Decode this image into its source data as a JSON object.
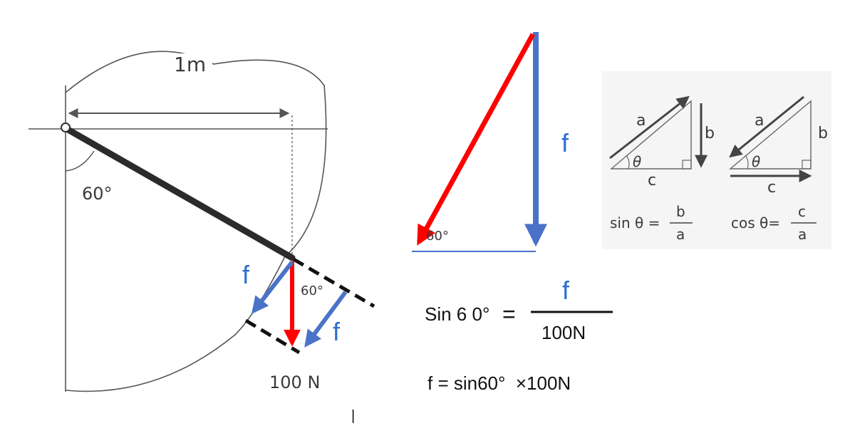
{
  "pendulum": {
    "length_label": "1m",
    "angle_label": "60°",
    "weight_label": "100 N",
    "force_label_left": "f",
    "force_label_right": "f",
    "decomp_angle_label": "60°"
  },
  "force_triangle": {
    "force_label": "f",
    "angle_label": "60°"
  },
  "trig_reference": {
    "sin_triangle": {
      "hyp": "a",
      "opp": "b",
      "adj": "c",
      "angle": "θ"
    },
    "cos_triangle": {
      "hyp": "a",
      "opp": "b",
      "adj": "c",
      "angle": "θ"
    },
    "sin_formula": {
      "lhs": "sin θ =",
      "num": "b",
      "den": "a"
    },
    "cos_formula": {
      "lhs": "cos θ=",
      "num": "c",
      "den": "a"
    }
  },
  "equations": {
    "eq1_lhs": "Sin 6 0°",
    "eq1_eq": "=",
    "eq1_num": "f",
    "eq1_den": "100N",
    "eq2": "f = sin60°  ×100N"
  },
  "stray_mark": "|",
  "colors": {
    "red": "#ff0000",
    "blue": "#4a72c8",
    "label_blue": "#2f6fd0",
    "rod": "#2b2b2b",
    "sketch": "#555555"
  }
}
